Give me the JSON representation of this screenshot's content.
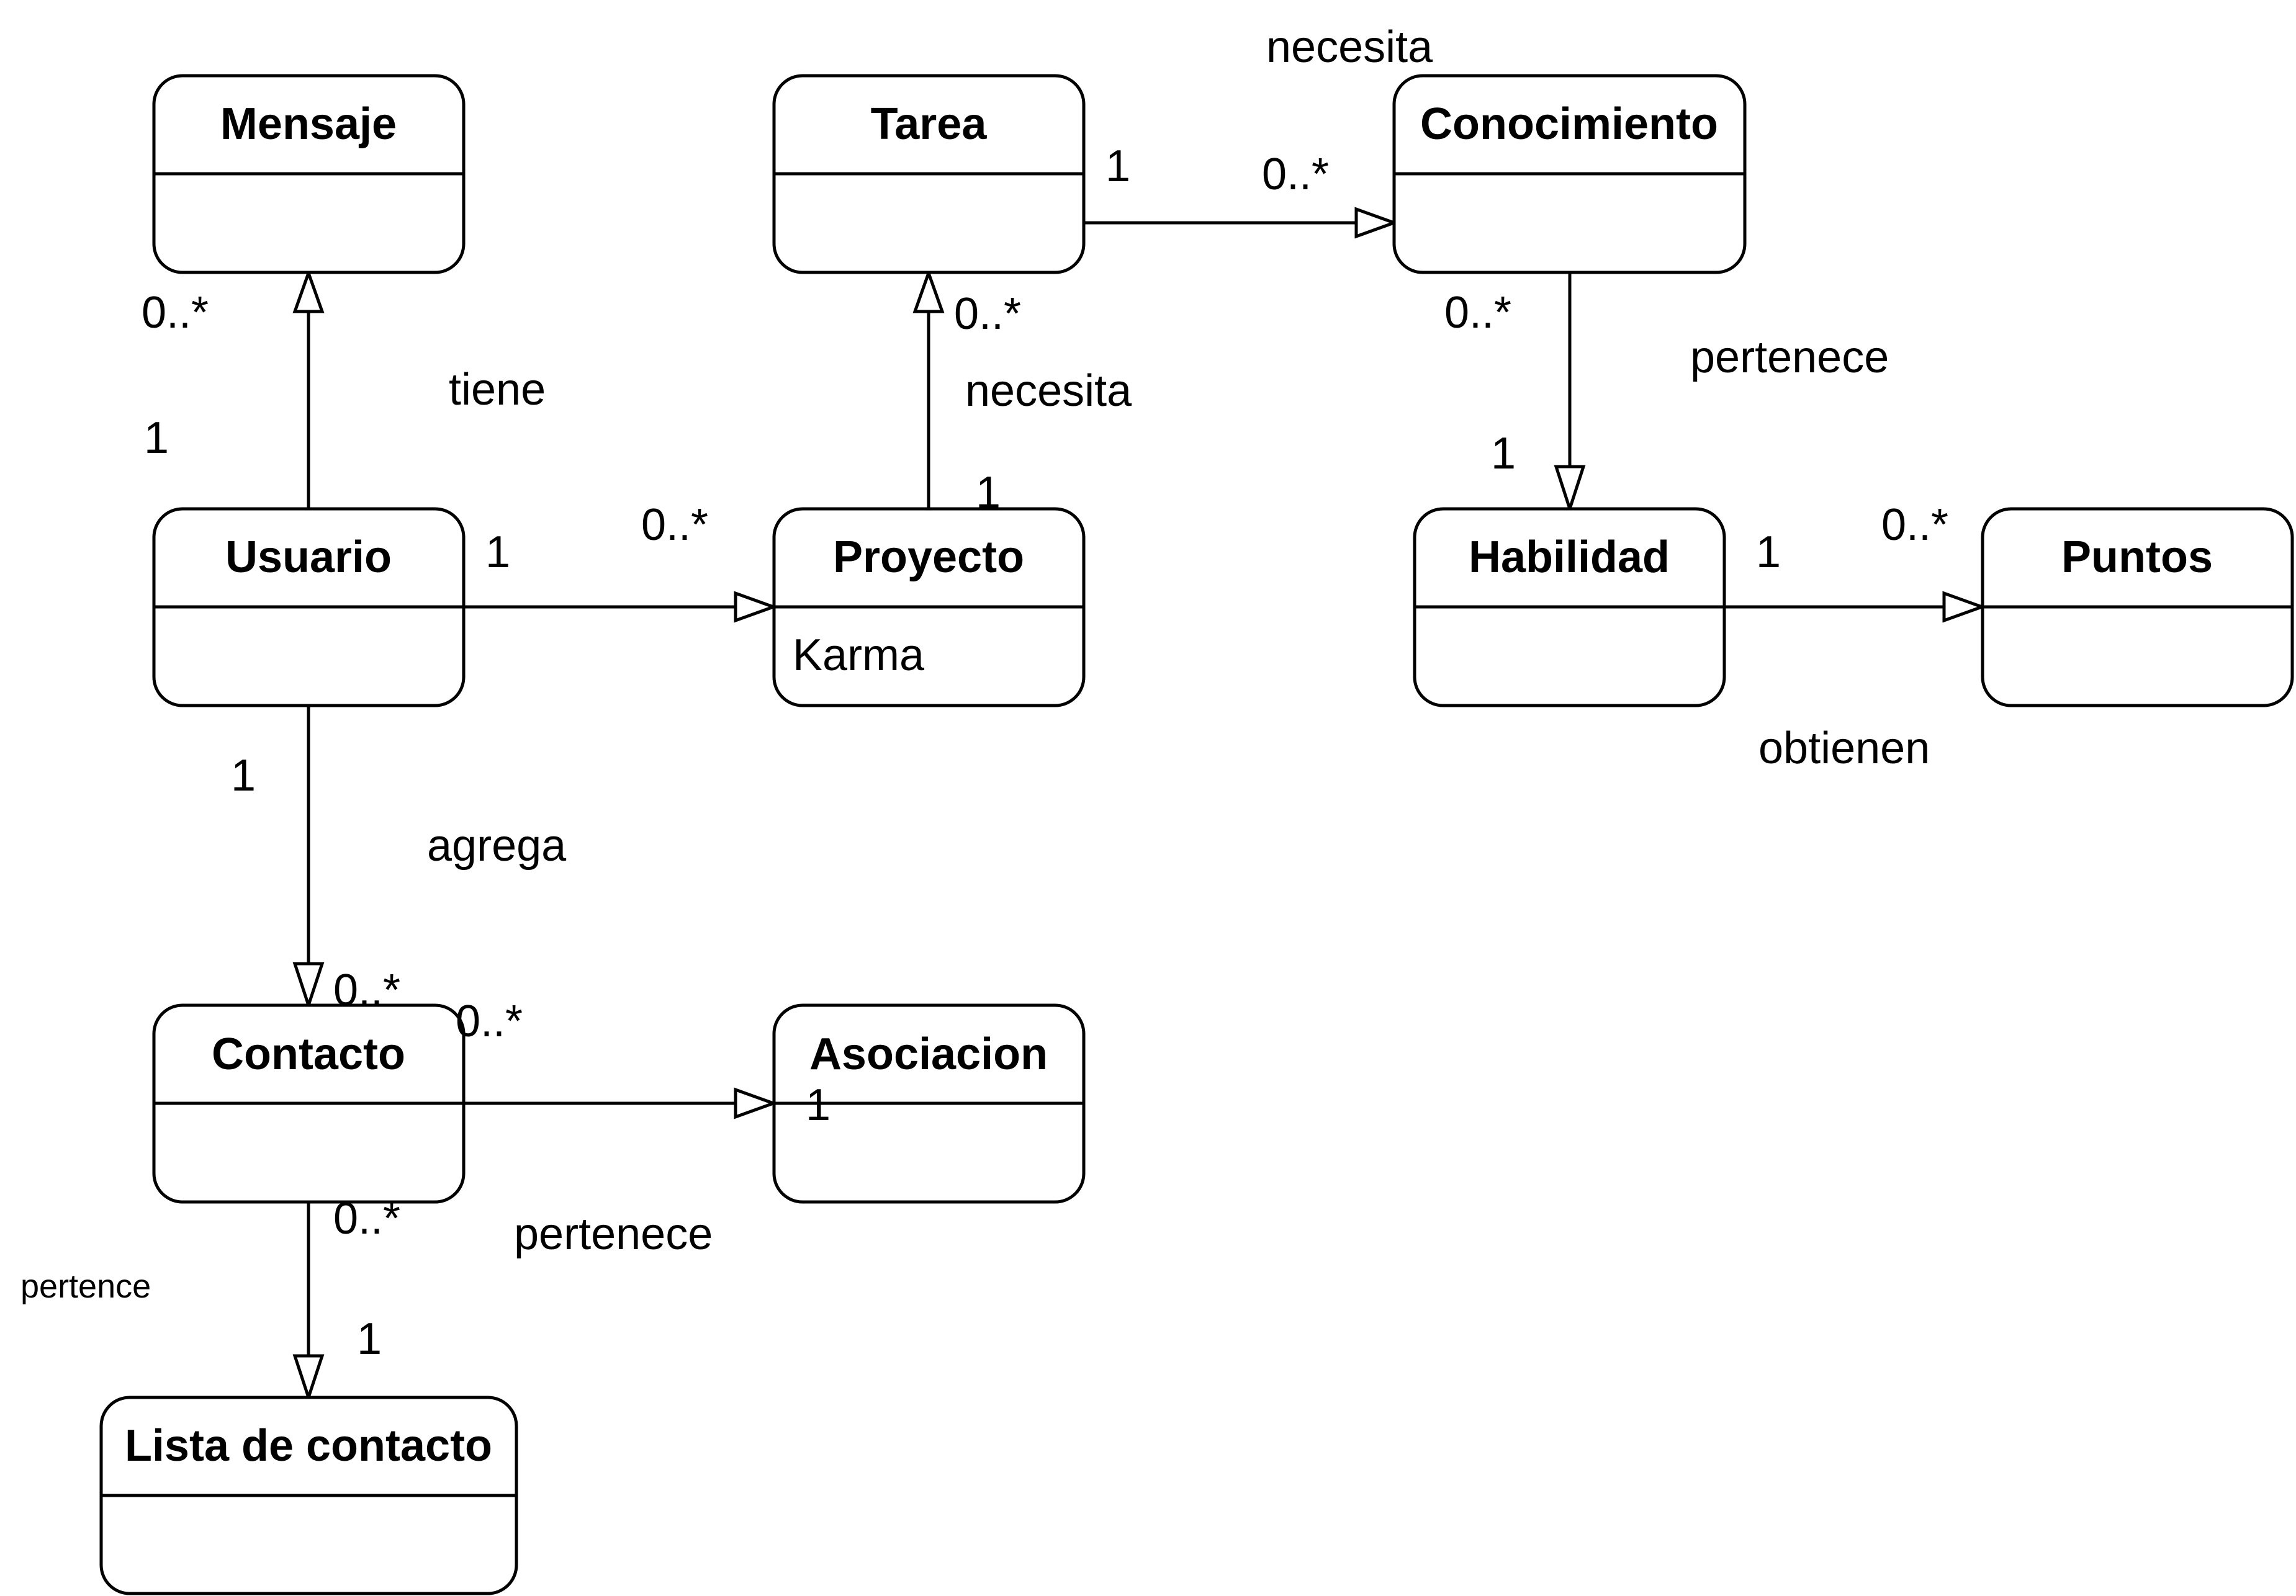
{
  "classes": {
    "mensaje": {
      "name": "Mensaje",
      "attributes": []
    },
    "tarea": {
      "name": "Tarea",
      "attributes": []
    },
    "conocimiento": {
      "name": "Conocimiento",
      "attributes": []
    },
    "usuario": {
      "name": "Usuario",
      "attributes": []
    },
    "proyecto": {
      "name": "Proyecto",
      "attributes": [
        "Karma"
      ]
    },
    "habilidad": {
      "name": "Habilidad",
      "attributes": []
    },
    "puntos": {
      "name": "Puntos",
      "attributes": []
    },
    "contacto": {
      "name": "Contacto",
      "attributes": []
    },
    "asociacion": {
      "name": "Asociacion",
      "attributes": []
    },
    "lista_contacto": {
      "name": "Lista de contacto",
      "attributes": []
    }
  },
  "relations": {
    "usuario_mensaje": {
      "label": "tiene",
      "source_mult": "1",
      "target_mult": "0..*"
    },
    "usuario_proyecto": {
      "source_mult": "1",
      "target_mult": "0..*"
    },
    "proyecto_tarea": {
      "label": "necesita",
      "source_mult": "1",
      "target_mult": "0..*"
    },
    "tarea_conocimiento": {
      "label": "necesita",
      "source_mult": "1",
      "target_mult": "0..*"
    },
    "conocimiento_habilidad": {
      "label": "pertenece",
      "source_mult": "0..*",
      "target_mult": "1"
    },
    "habilidad_puntos": {
      "label": "obtienen",
      "source_mult": "1",
      "target_mult": "0..*"
    },
    "usuario_contacto": {
      "label": "agrega",
      "source_mult": "1",
      "target_mult": "0..*"
    },
    "contacto_asociacion": {
      "label": "pertenece",
      "source_mult": "0..*",
      "target_mult": "1"
    },
    "contacto_lista": {
      "label": "pertence",
      "source_mult": "0..*",
      "target_mult": "1"
    }
  }
}
